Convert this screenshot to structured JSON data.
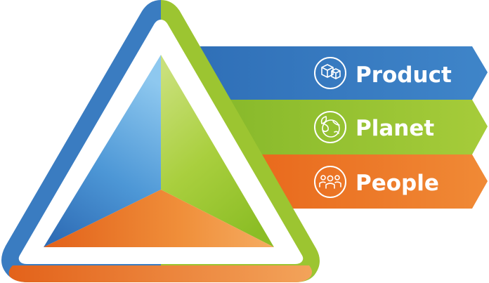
{
  "ribbons": [
    {
      "label": "Product",
      "icon": "box-icon",
      "color": "#3a7cc1"
    },
    {
      "label": "Planet",
      "icon": "globe-leaf-icon",
      "color": "#9cc531"
    },
    {
      "label": "People",
      "icon": "people-group-icon",
      "color": "#ec6e1c"
    }
  ],
  "colors": {
    "blue": "#3a7cc1",
    "green": "#9cc531",
    "orange": "#ec6e1c"
  }
}
